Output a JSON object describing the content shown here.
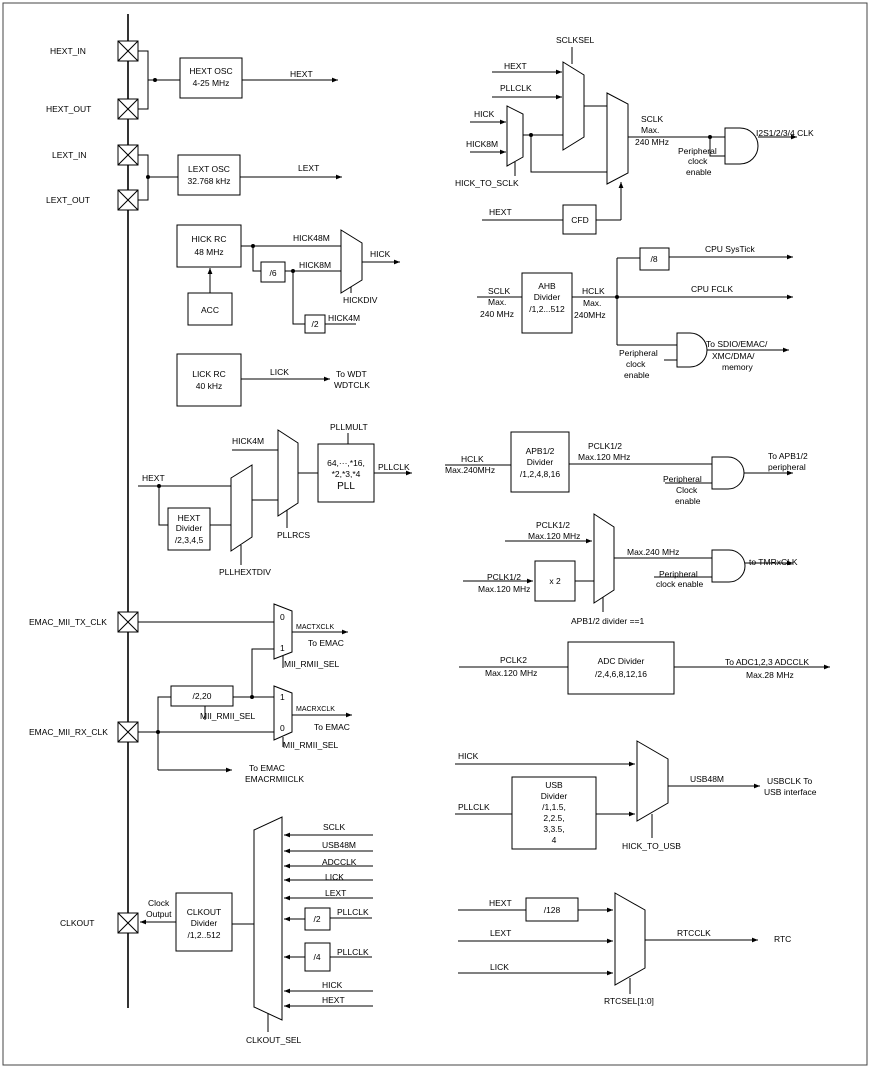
{
  "pins": {
    "hext_in": "HEXT_IN",
    "hext_out": "HEXT_OUT",
    "lext_in": "LEXT_IN",
    "lext_out": "LEXT_OUT",
    "emac_tx": "EMAC_MII_TX_CLK",
    "emac_rx": "EMAC_MII_RX_CLK",
    "clkout": "CLKOUT"
  },
  "osc": {
    "hext_l1": "HEXT OSC",
    "hext_l2": "4-25 MHz",
    "hext_out": "HEXT",
    "lext_l1": "LEXT OSC",
    "lext_l2": "32.768 kHz",
    "lext_out": "LEXT",
    "hick_l1": "HICK RC",
    "hick_l2": "48 MHz",
    "acc": "ACC",
    "hick48m": "HICK48M",
    "hick8m": "HICK8M",
    "div6": "/6",
    "div2": "/2",
    "hick4m": "HICK4M",
    "hick": "HICK",
    "hickdiv": "HICKDIV",
    "lick_l1": "LICK RC",
    "lick_l2": "40 kHz",
    "lick": "LICK",
    "wdt1": "To WDT",
    "wdt2": "WDTCLK"
  },
  "pll": {
    "pllmult": "PLLMULT",
    "hick4m": "HICK4M",
    "hext": "HEXT",
    "div_l1": "HEXT",
    "div_l2": "Divider",
    "div_l3": "/2,3,4,5",
    "mult_l1": "64,···,*16,",
    "mult_l2": "*2,*3,*4",
    "mult_l3": "PLL",
    "pllclk": "PLLCLK",
    "pllrcs": "PLLRCS",
    "pllhextdiv": "PLLHEXTDIV"
  },
  "emac": {
    "mux0": "0",
    "mux1": "1",
    "mactx": "MACTXCLK",
    "to_emac": "To EMAC",
    "sel": "MII_RMII_SEL",
    "div": "/2,20",
    "macrx": "MACRXCLK",
    "rmii1": "To EMAC",
    "rmii2": "EMACRMIICLK"
  },
  "clkout": {
    "inputs": [
      "SCLK",
      "USB48M",
      "ADCCLK",
      "LICK",
      "LEXT",
      "PLLCLK",
      "PLLCLK",
      "HICK",
      "HEXT"
    ],
    "div2": "/2",
    "div4": "/4",
    "box_l1": "CLKOUT",
    "box_l2": "Divider",
    "box_l3": "/1,2..512",
    "clock_output1": "Clock",
    "clock_output2": "Output",
    "sel": "CLKOUT_SEL"
  },
  "sys": {
    "sclksel": "SCLKSEL",
    "hext": "HEXT",
    "pllclk": "PLLCLK",
    "hick": "HICK",
    "hick8m": "HICK8M",
    "hick_to_sclk": "HICK_TO_SCLK",
    "sclk1": "SCLK",
    "sclk2": "Max.",
    "sclk3": "240 MHz",
    "i2s": "I2S1/2/3/4 CLK",
    "pce1": "Peripheral",
    "pce2": "clock",
    "pce3": "enable",
    "hext2": "HEXT",
    "cfd": "CFD"
  },
  "ahb": {
    "div8": "/8",
    "systick": "CPU SysTick",
    "fclk": "CPU FCLK",
    "sclk1": "SCLK",
    "sclk2": "Max.",
    "sclk3": "240 MHz",
    "box1": "AHB",
    "box2": "Divider",
    "box3": "/1,2...512",
    "hclk1": "HCLK",
    "hclk2": "Max.",
    "hclk3": "240MHz",
    "to1": "To SDIO/EMAC/",
    "to2": "XMC/DMA/",
    "to3": "memory",
    "pce1": "Peripheral",
    "pce2": "clock",
    "pce3": "enable"
  },
  "apb": {
    "hclk1": "HCLK",
    "hclk2": "Max.240MHz",
    "box1": "APB1/2",
    "box2": "Divider",
    "box3": "/1,2,4,8,16",
    "pclk1": "PCLK1/2",
    "pclk2": "Max.120 MHz",
    "to1": "To APB1/2",
    "to2": "peripheral",
    "pce1": "Peripheral",
    "pce2": "Clock",
    "pce3": "enable"
  },
  "tmr": {
    "in1a": "PCLK1/2",
    "in1b": "Max.120 MHz",
    "in2a": "PCLK1/2",
    "in2b": "Max.120 MHz",
    "x2": "x 2",
    "max240": "Max.240 MHz",
    "to": "to TMRxCLK",
    "pce1": "Peripheral",
    "pce2": "clock enable",
    "sel": "APB1/2 divider ==1"
  },
  "adc": {
    "in1": "PCLK2",
    "in2": "Max.120 MHz",
    "box1": "ADC Divider",
    "box2": "/2,4,6,8,12,16",
    "out1": "To ADC1,2,3 ADCCLK",
    "out2": "Max.28 MHz"
  },
  "usb": {
    "hick": "HICK",
    "pllclk": "PLLCLK",
    "box": [
      "USB",
      "Divider",
      "/1,1.5,",
      "2,2.5,",
      "3,3.5,",
      "4"
    ],
    "usb48m": "USB48M",
    "out1": "USBCLK To",
    "out2": "USB interface",
    "sel": "HICK_TO_USB"
  },
  "rtc": {
    "hext": "HEXT",
    "div128": "/128",
    "lext": "LEXT",
    "lick": "LICK",
    "rtcclk": "RTCCLK",
    "rtc": "RTC",
    "sel": "RTCSEL[1:0]"
  }
}
